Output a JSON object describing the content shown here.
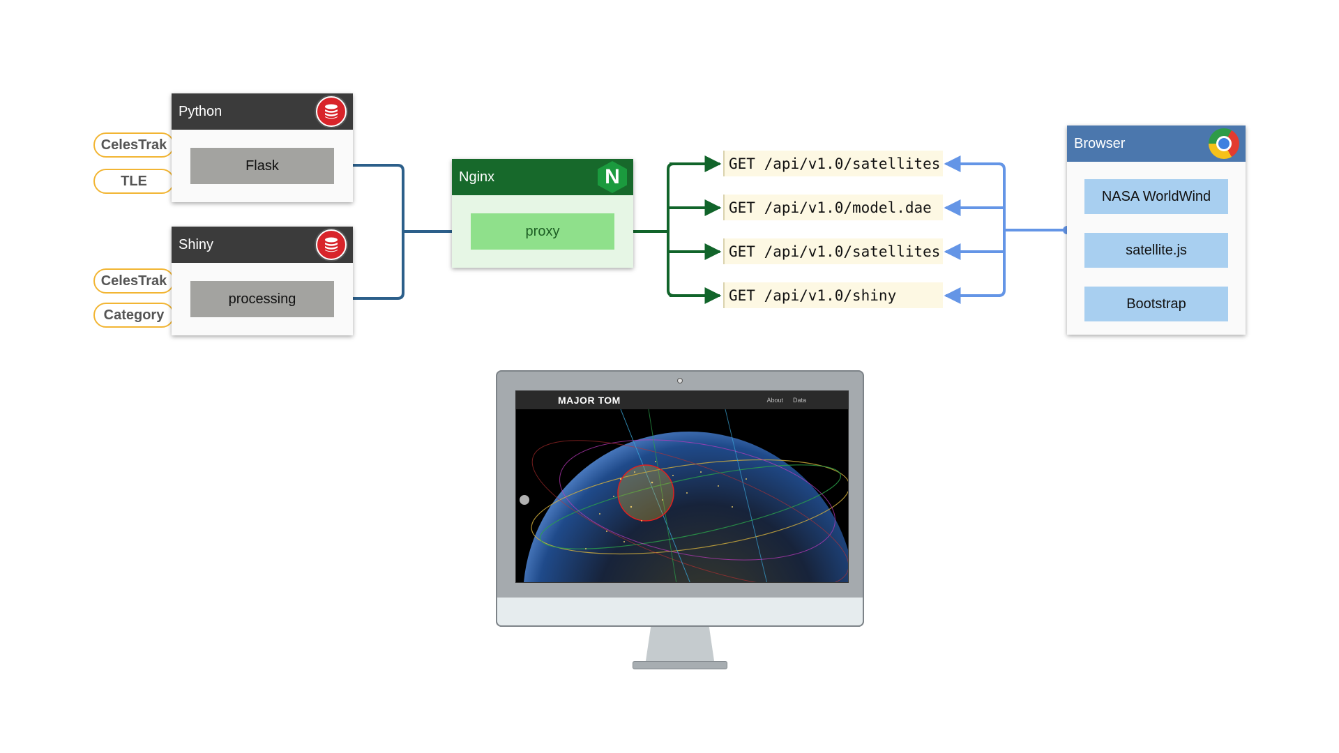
{
  "backend": {
    "python": {
      "title": "Python",
      "service": "Flask",
      "inputs": [
        "CelesTrak",
        "TLE"
      ]
    },
    "shiny": {
      "title": "Shiny",
      "service": "processing",
      "inputs": [
        "CelesTrak",
        "Category"
      ]
    }
  },
  "nginx": {
    "title": "Nginx",
    "service": "proxy",
    "icon_letter": "N"
  },
  "endpoints": [
    "GET /api/v1.0/satellites",
    "GET /api/v1.0/model.dae",
    "GET /api/v1.0/satellites",
    "GET /api/v1.0/shiny"
  ],
  "browser": {
    "title": "Browser",
    "libraries": [
      "NASA WorldWind",
      "satellite.js",
      "Bootstrap"
    ]
  },
  "screen": {
    "title": "MAJOR TOM",
    "nav_links": [
      "About",
      "Data"
    ]
  },
  "colors": {
    "backend_wire": "#2c5f8a",
    "nginx_wire": "#11642a",
    "browser_wire": "#6495e6",
    "pill_border": "#f2b533"
  }
}
